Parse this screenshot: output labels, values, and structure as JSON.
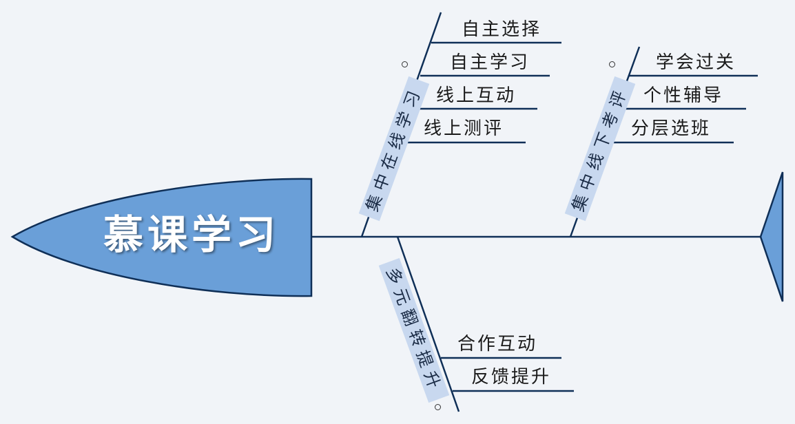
{
  "head": {
    "title": "慕课学习"
  },
  "branches": [
    {
      "label": "集中在线学习",
      "items": [
        "自主选择",
        "自主学习",
        "线上互动",
        "线上测评"
      ]
    },
    {
      "label": "集中线下考评",
      "items": [
        "学会过关",
        "个性辅导",
        "分层选班"
      ]
    },
    {
      "label": "多元翻转提升",
      "items": [
        "合作互动",
        "反馈提升"
      ]
    }
  ],
  "colors": {
    "head_fill": "#6a9fd8",
    "line": "#0f2f57",
    "label_bg": "#c8d8ef",
    "background": "#f1f4f8"
  }
}
